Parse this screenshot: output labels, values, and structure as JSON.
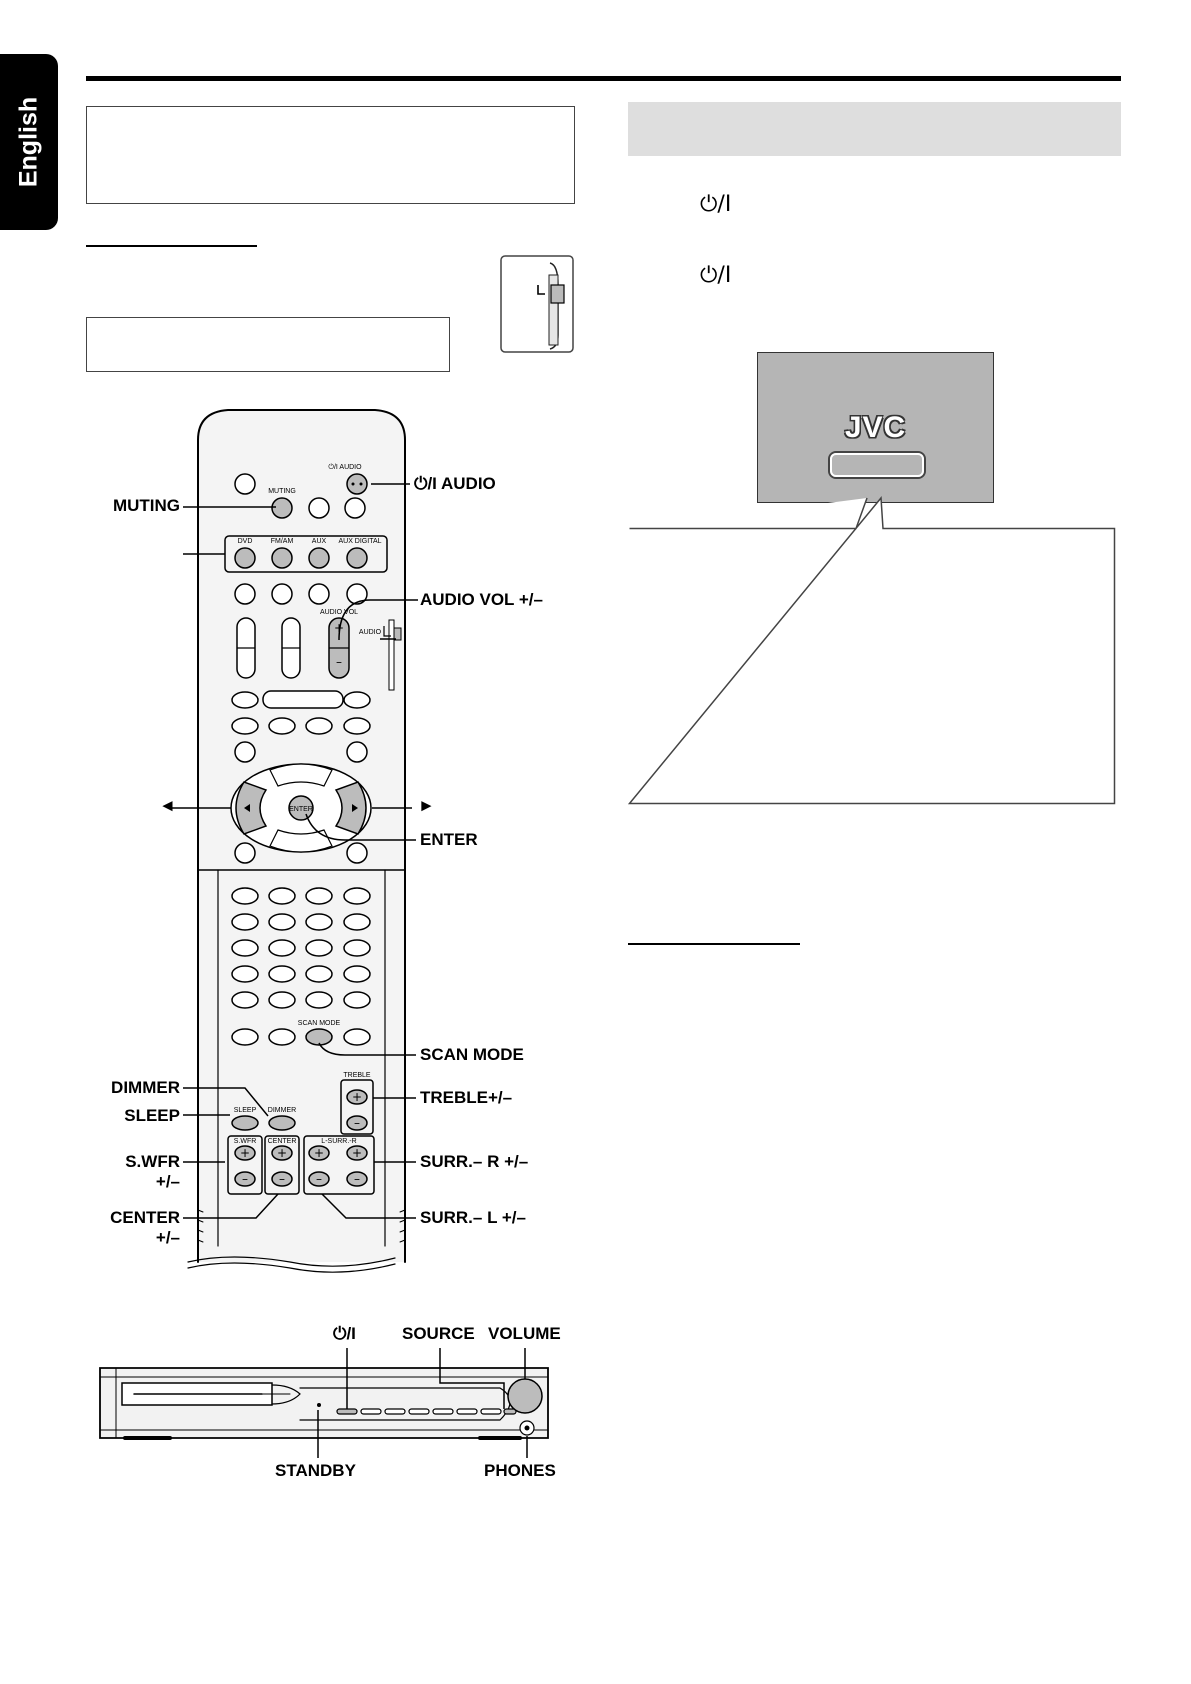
{
  "language_tab": "English",
  "power_symbol": "⏻/I",
  "remote_labels": {
    "audio_power": "⏻/I AUDIO",
    "muting": "MUTING",
    "audio_vol": "AUDIO VOL +/–",
    "left_arrow": "◄",
    "right_arrow": "►",
    "enter": "ENTER",
    "scan_mode": "SCAN MODE",
    "dimmer": "DIMMER",
    "sleep": "SLEEP",
    "treble": "TREBLE+/–",
    "swfr": "S.WFR",
    "swfr_pm": "+/–",
    "surr_r": "SURR.– R +/–",
    "center": "CENTER",
    "center_pm": "+/–",
    "surr_l": "SURR.– L +/–"
  },
  "remote_printed": {
    "audio_power": "⏻/I AUDIO",
    "muting": "MUTING",
    "dvd": "DVD",
    "fmam": "FM/AM",
    "aux": "AUX",
    "aux_digital": "AUX DIGITAL",
    "audio_vol": "AUDIO VOL",
    "audio": "AUDIO",
    "enter": "ENTER",
    "scan_mode": "SCAN MODE",
    "treble": "TREBLE",
    "sleep": "SLEEP",
    "dimmer": "DIMMER",
    "swfr": "S.WFR",
    "center": "CENTER",
    "lsurr_r": "L-SURR.-R"
  },
  "unit_labels": {
    "power": "⏻/I",
    "source": "SOURCE",
    "volume": "VOLUME",
    "standby": "STANDBY",
    "phones": "PHONES"
  },
  "display": {
    "logo": "JVC"
  }
}
